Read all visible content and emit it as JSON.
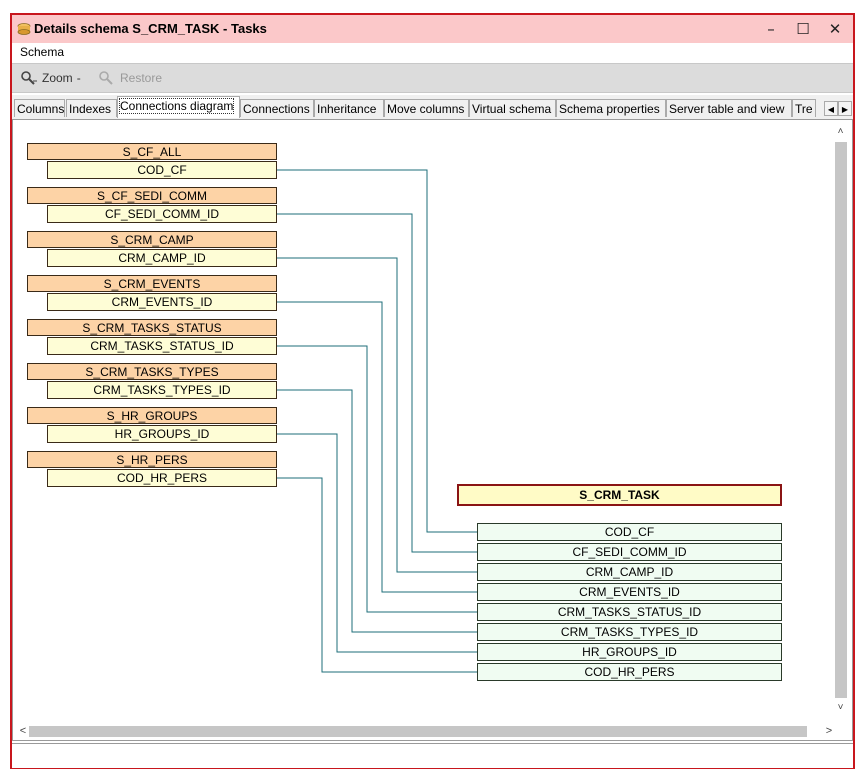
{
  "window": {
    "title": "Details schema S_CRM_TASK  -  Tasks",
    "controls": {
      "minimize": "–",
      "maximize": "☐",
      "close": "✕"
    }
  },
  "menubar": {
    "items": [
      "Schema"
    ]
  },
  "toolbar": {
    "zoom_label": "Zoom",
    "zoom_dropdown": "-",
    "restore_label": "Restore"
  },
  "tabs": {
    "items": [
      "Columns",
      "Indexes",
      "Connections diagram",
      "Connections",
      "Inheritance",
      "Move columns",
      "Virtual schema",
      "Schema properties",
      "Server table and view",
      "Tre"
    ],
    "active_index": 2,
    "scroll_left": "◀",
    "scroll_right": "▶"
  },
  "scroll": {
    "up": "˄",
    "down": "˅",
    "left": "<",
    "right": ">"
  },
  "diagram": {
    "related_tables": [
      {
        "name": "S_CF_ALL",
        "field": "COD_CF"
      },
      {
        "name": "S_CF_SEDI_COMM",
        "field": "CF_SEDI_COMM_ID"
      },
      {
        "name": "S_CRM_CAMP",
        "field": "CRM_CAMP_ID"
      },
      {
        "name": "S_CRM_EVENTS",
        "field": "CRM_EVENTS_ID"
      },
      {
        "name": "S_CRM_TASKS_STATUS",
        "field": "CRM_TASKS_STATUS_ID"
      },
      {
        "name": "S_CRM_TASKS_TYPES",
        "field": "CRM_TASKS_TYPES_ID"
      },
      {
        "name": "S_HR_GROUPS",
        "field": "HR_GROUPS_ID"
      },
      {
        "name": "S_HR_PERS",
        "field": "COD_HR_PERS"
      }
    ],
    "main_table": {
      "name": "S_CRM_TASK",
      "fields": [
        "COD_CF",
        "CF_SEDI_COMM_ID",
        "CRM_CAMP_ID",
        "CRM_EVENTS_ID",
        "CRM_TASKS_STATUS_ID",
        "CRM_TASKS_TYPES_ID",
        "HR_GROUPS_ID",
        "COD_HR_PERS"
      ]
    },
    "colors": {
      "table_header": "#fdd3a6",
      "table_field": "#fefdd6",
      "main_header": "#fffbc6",
      "main_field": "#f0fcf2",
      "link_line": "#1c6e7a",
      "window_border": "#c8161d",
      "title_bar": "#fbc8c9"
    }
  }
}
